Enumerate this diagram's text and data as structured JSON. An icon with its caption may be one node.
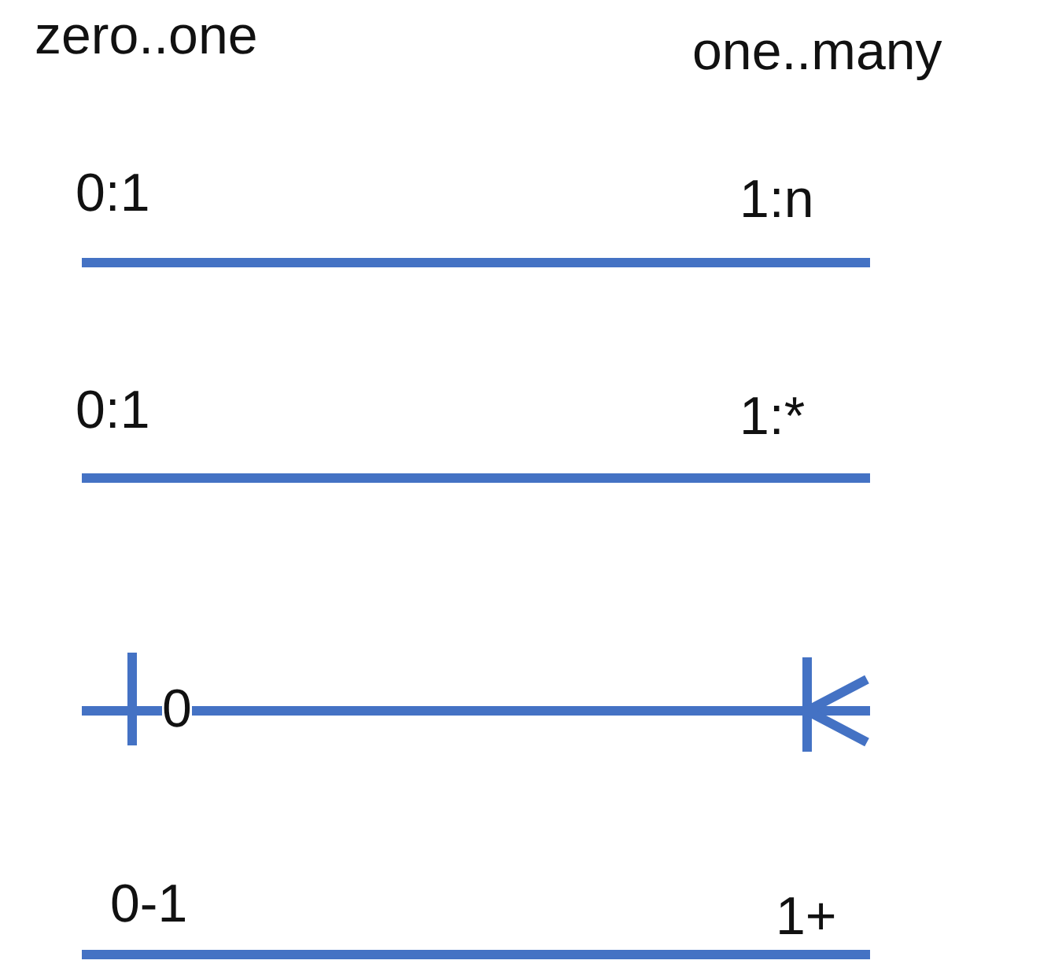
{
  "diagram": {
    "labels": [
      "zero..one",
      "one..many",
      "0:1",
      "1:n",
      "0:1",
      "1:*",
      "0",
      "0-1",
      "1+"
    ]
  }
}
